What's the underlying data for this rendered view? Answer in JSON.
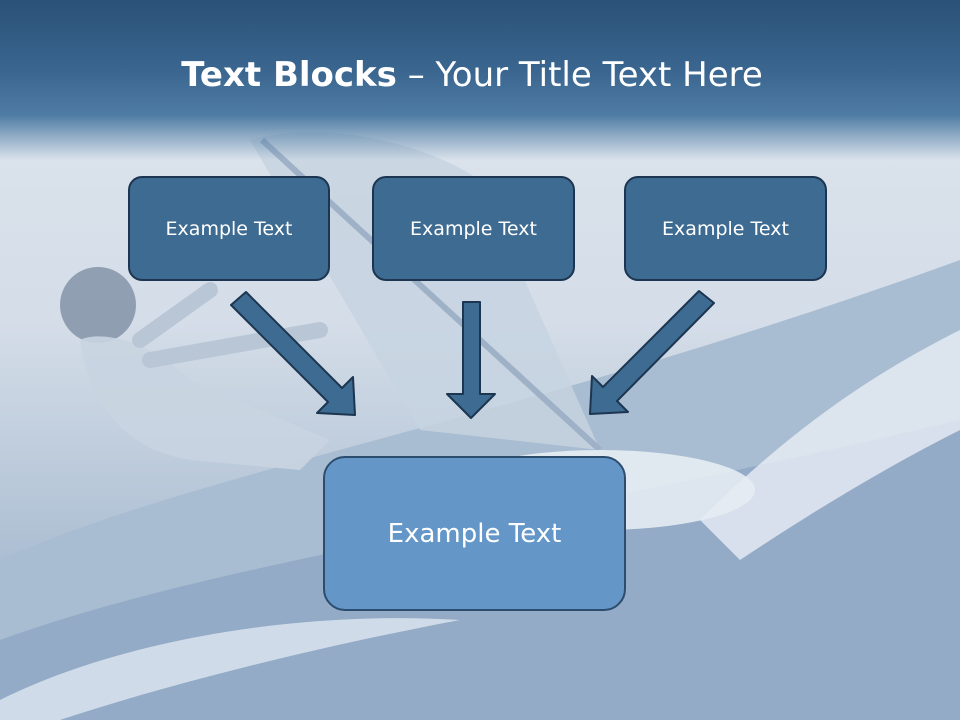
{
  "slide": {
    "title_bold": "Text Blocks",
    "title_separator": " – ",
    "title_rest": "Your Title Text Here",
    "blocks": [
      "Example Text",
      "Example Text",
      "Example Text"
    ],
    "main_block": "Example Text",
    "colors": {
      "header": "#3a6690",
      "block_fill": "#3e6b91",
      "main_block_fill": "#6497c8",
      "arrow_fill": "#3e6b91",
      "outline": "#1c3550"
    }
  }
}
